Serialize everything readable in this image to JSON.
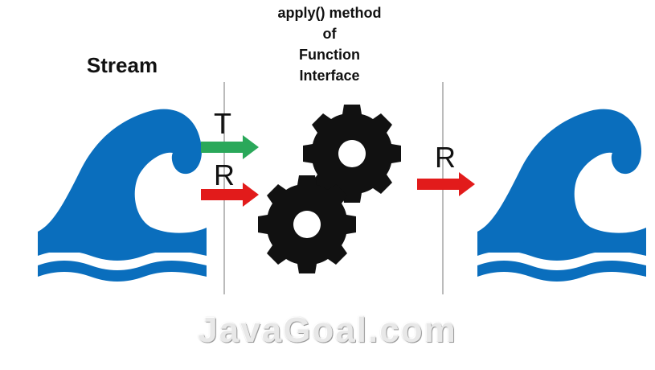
{
  "labels": {
    "stream": "Stream",
    "method_line1": "apply() method",
    "method_line2": "of",
    "method_line3": "Function",
    "method_line4": "Interface",
    "input_t": "T",
    "input_r": "R",
    "output_r": "R"
  },
  "watermark": "JavaGoal.com",
  "icons": [
    "wave-icon",
    "gear-icon",
    "arrow-right-icon"
  ],
  "colors": {
    "wave": "#0a6ebd",
    "arrow_green": "#2aa85a",
    "arrow_red": "#e21b1b",
    "gear": "#111111",
    "divider": "#777777"
  }
}
